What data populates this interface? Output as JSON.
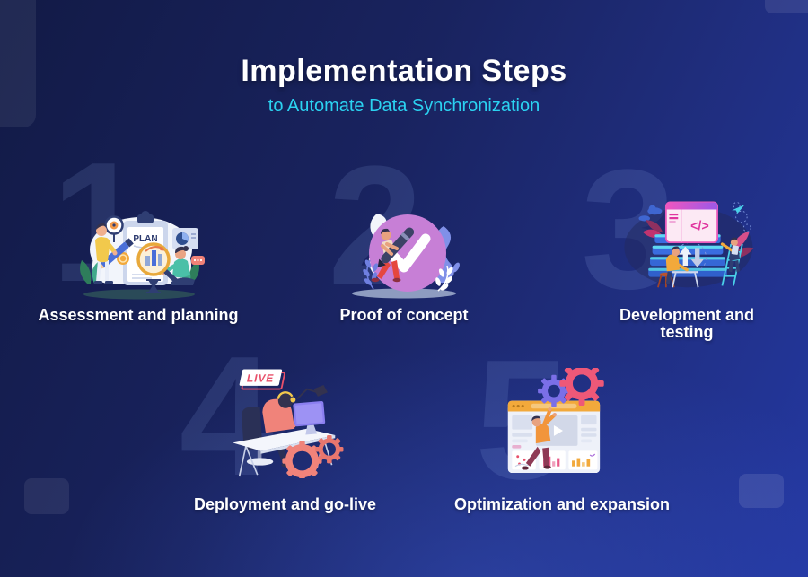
{
  "header": {
    "title": "Implementation Steps",
    "subtitle": "to Automate Data Synchronization"
  },
  "steps": [
    {
      "number": "1",
      "label": "Assessment and planning",
      "illustration": "clipboard-plan-with-magnifier-analysis"
    },
    {
      "number": "2",
      "label": "Proof of concept",
      "illustration": "person-with-pen-and-checkmark-circle"
    },
    {
      "number": "3",
      "label": "Development and testing",
      "illustration": "code-window-over-server-stack"
    },
    {
      "number": "4",
      "label": "Deployment and go-live",
      "illustration": "live-workstation-with-gears"
    },
    {
      "number": "5",
      "label": "Optimization and expansion",
      "illustration": "dashboard-window-with-gears"
    }
  ],
  "illustration_texts": {
    "plan": "PLAN",
    "live": "LIVE",
    "code": "</>"
  },
  "colors": {
    "background-top": "#121a46",
    "background-bottom": "#2438a2",
    "title": "#ffffff",
    "subtitle": "#2bd2f1",
    "label": "#ffffff",
    "ghost-number": "rgba(165,190,255,0.13)",
    "checkmark-circle": "#c77fd6",
    "gear-pink": "#ee5878",
    "gear-purple": "#7b6fe8",
    "gear-salmon": "#f0837a",
    "accent-orange": "#f2a93b",
    "server-blue": "#3a6de0",
    "server-cyan": "#5fd9f2",
    "code-magenta": "#e0359f",
    "live-red": "#e8506a"
  }
}
